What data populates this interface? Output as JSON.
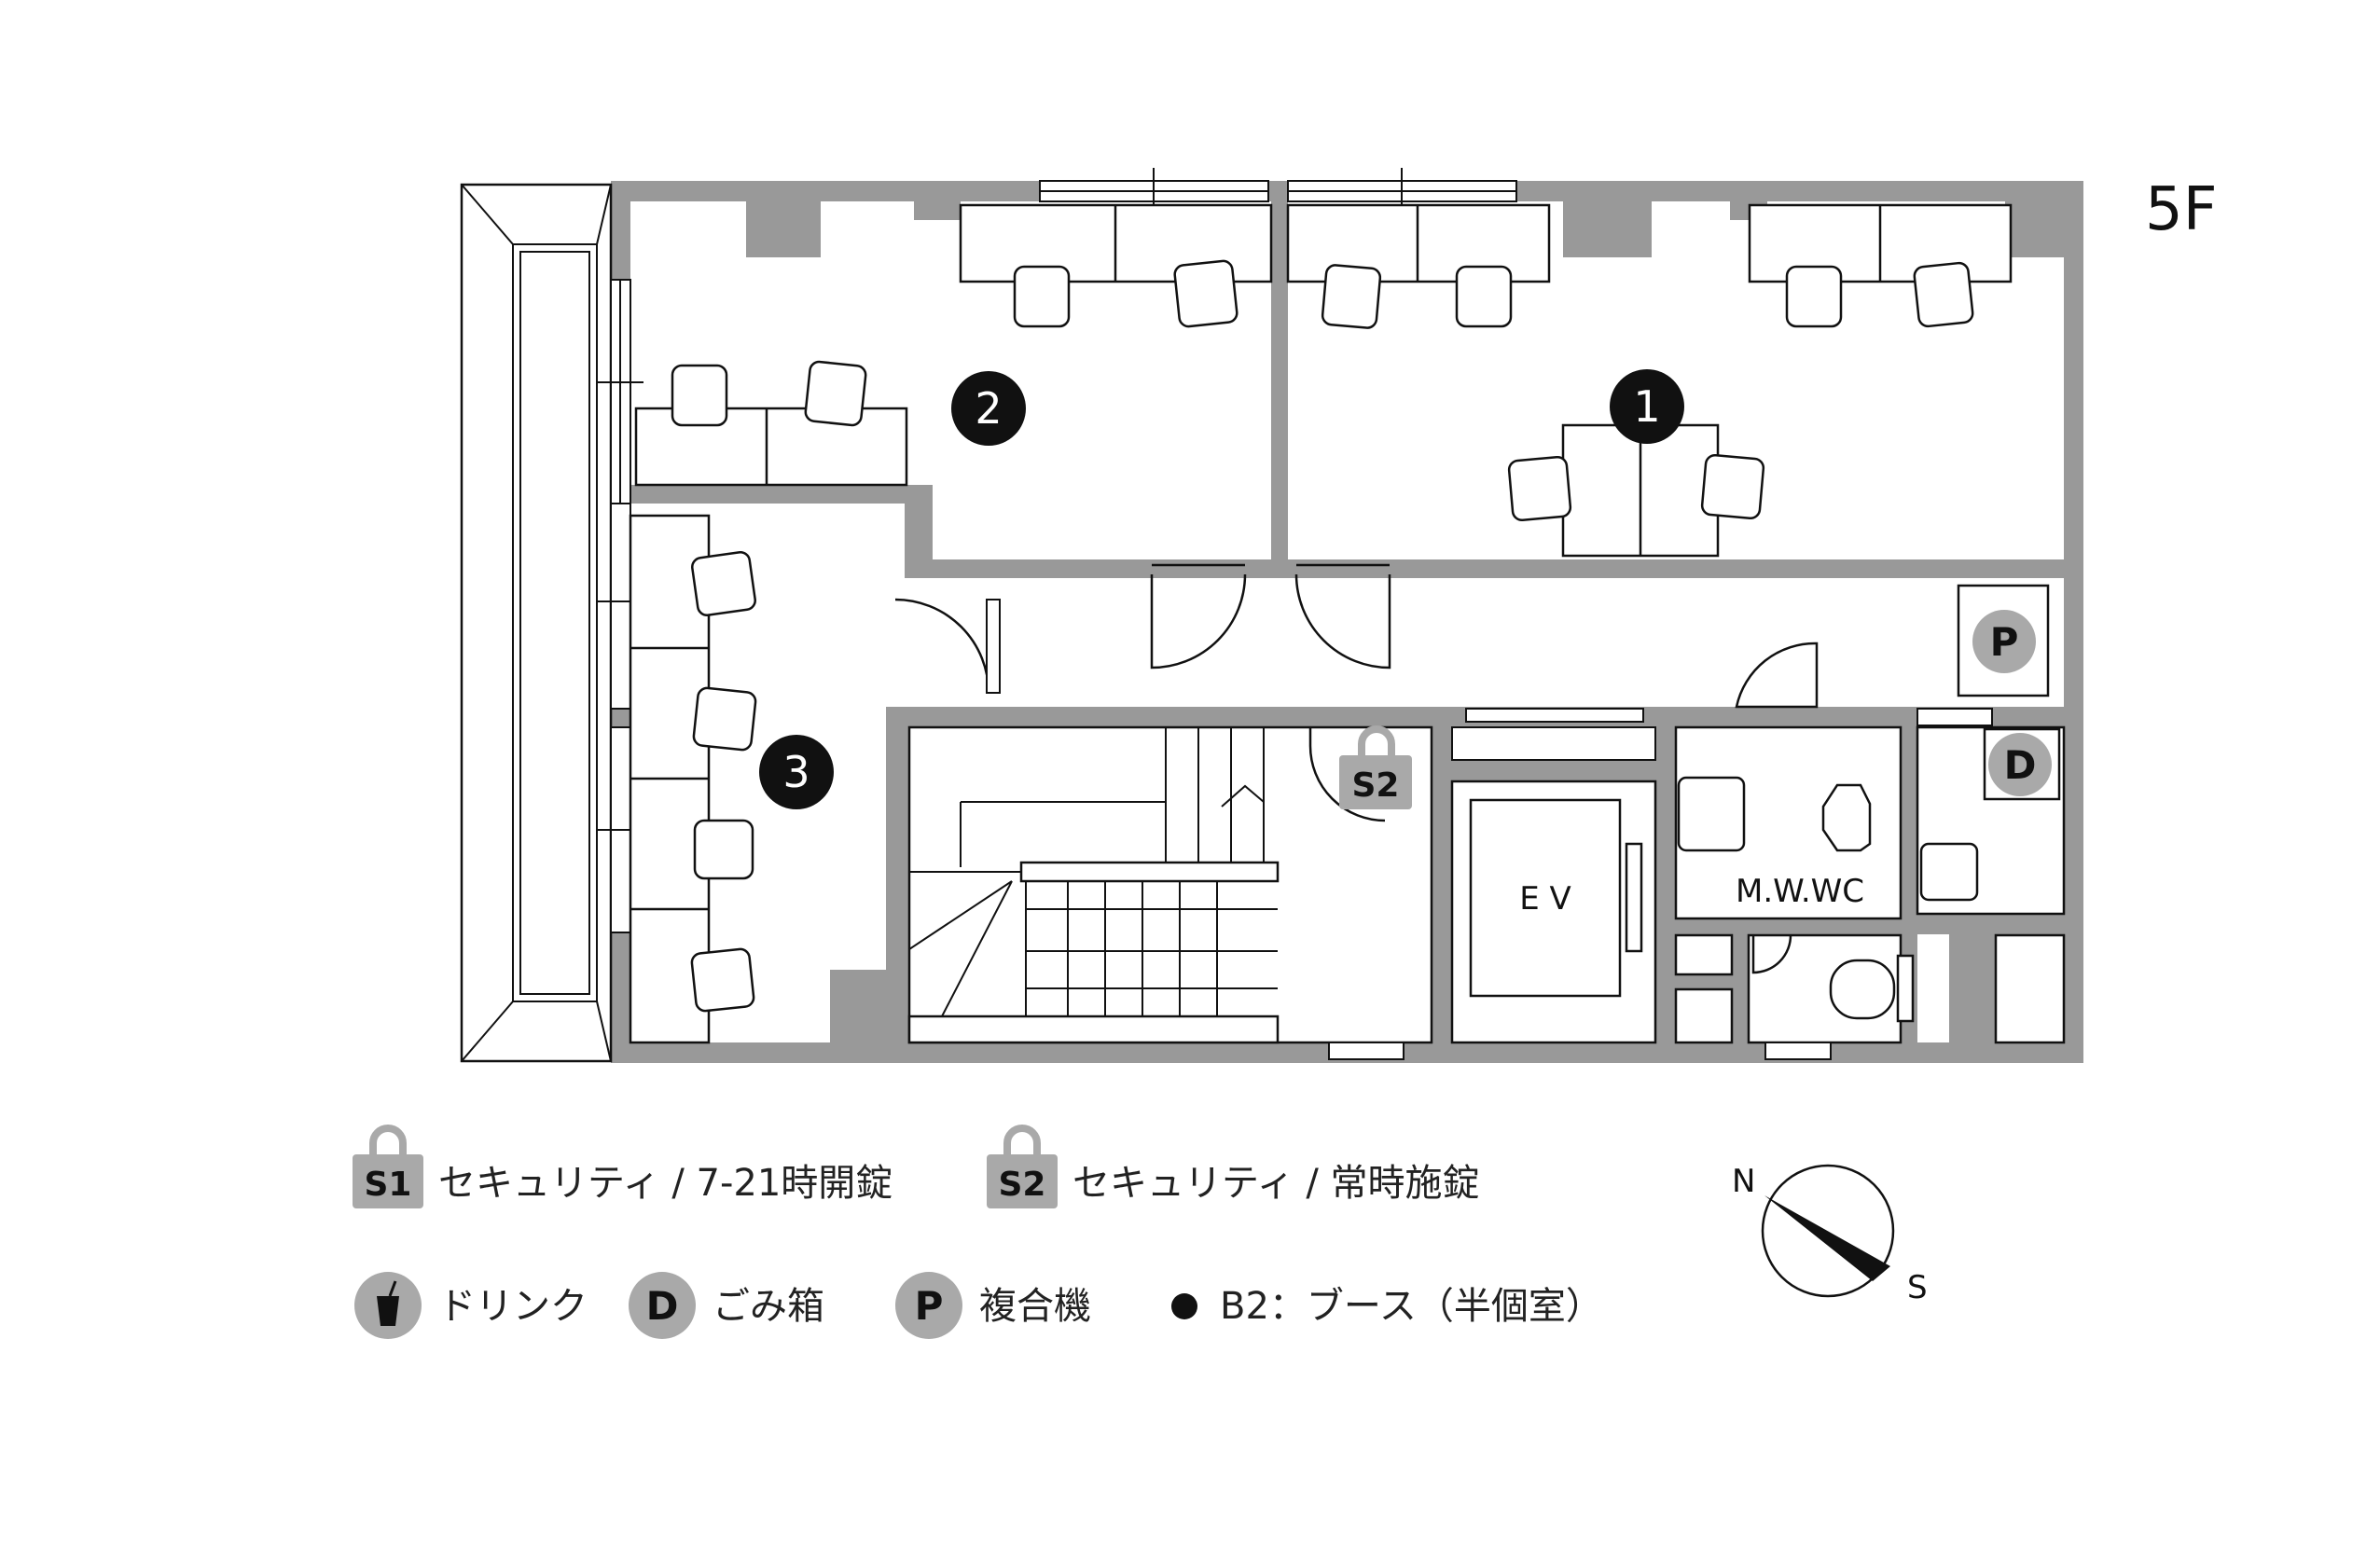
{
  "floor": "5F",
  "rooms": [
    {
      "id": "1",
      "label": "1"
    },
    {
      "id": "2",
      "label": "2"
    },
    {
      "id": "3",
      "label": "3"
    }
  ],
  "markers": {
    "printer": "P",
    "trash": "D",
    "security_lock": "S2"
  },
  "labels": {
    "elevator": "E V",
    "restroom": "M.W.WC"
  },
  "legend": {
    "s1_badge": "S1",
    "s1_text": "セキュリティ / 7-21時開錠",
    "s2_badge": "S2",
    "s2_text": "セキュリティ / 常時施錠",
    "drink_text": "ドリンク",
    "trash_badge": "D",
    "trash_text": "ごみ箱",
    "printer_badge": "P",
    "printer_text": "複合機",
    "booth_text": "B2：ブース（半個室）"
  },
  "compass": {
    "north": "N",
    "south": "S"
  },
  "colors": {
    "wall": "#999999",
    "marker_dark": "#111111",
    "marker_gray": "#a9a9a9",
    "line": "#111111"
  }
}
